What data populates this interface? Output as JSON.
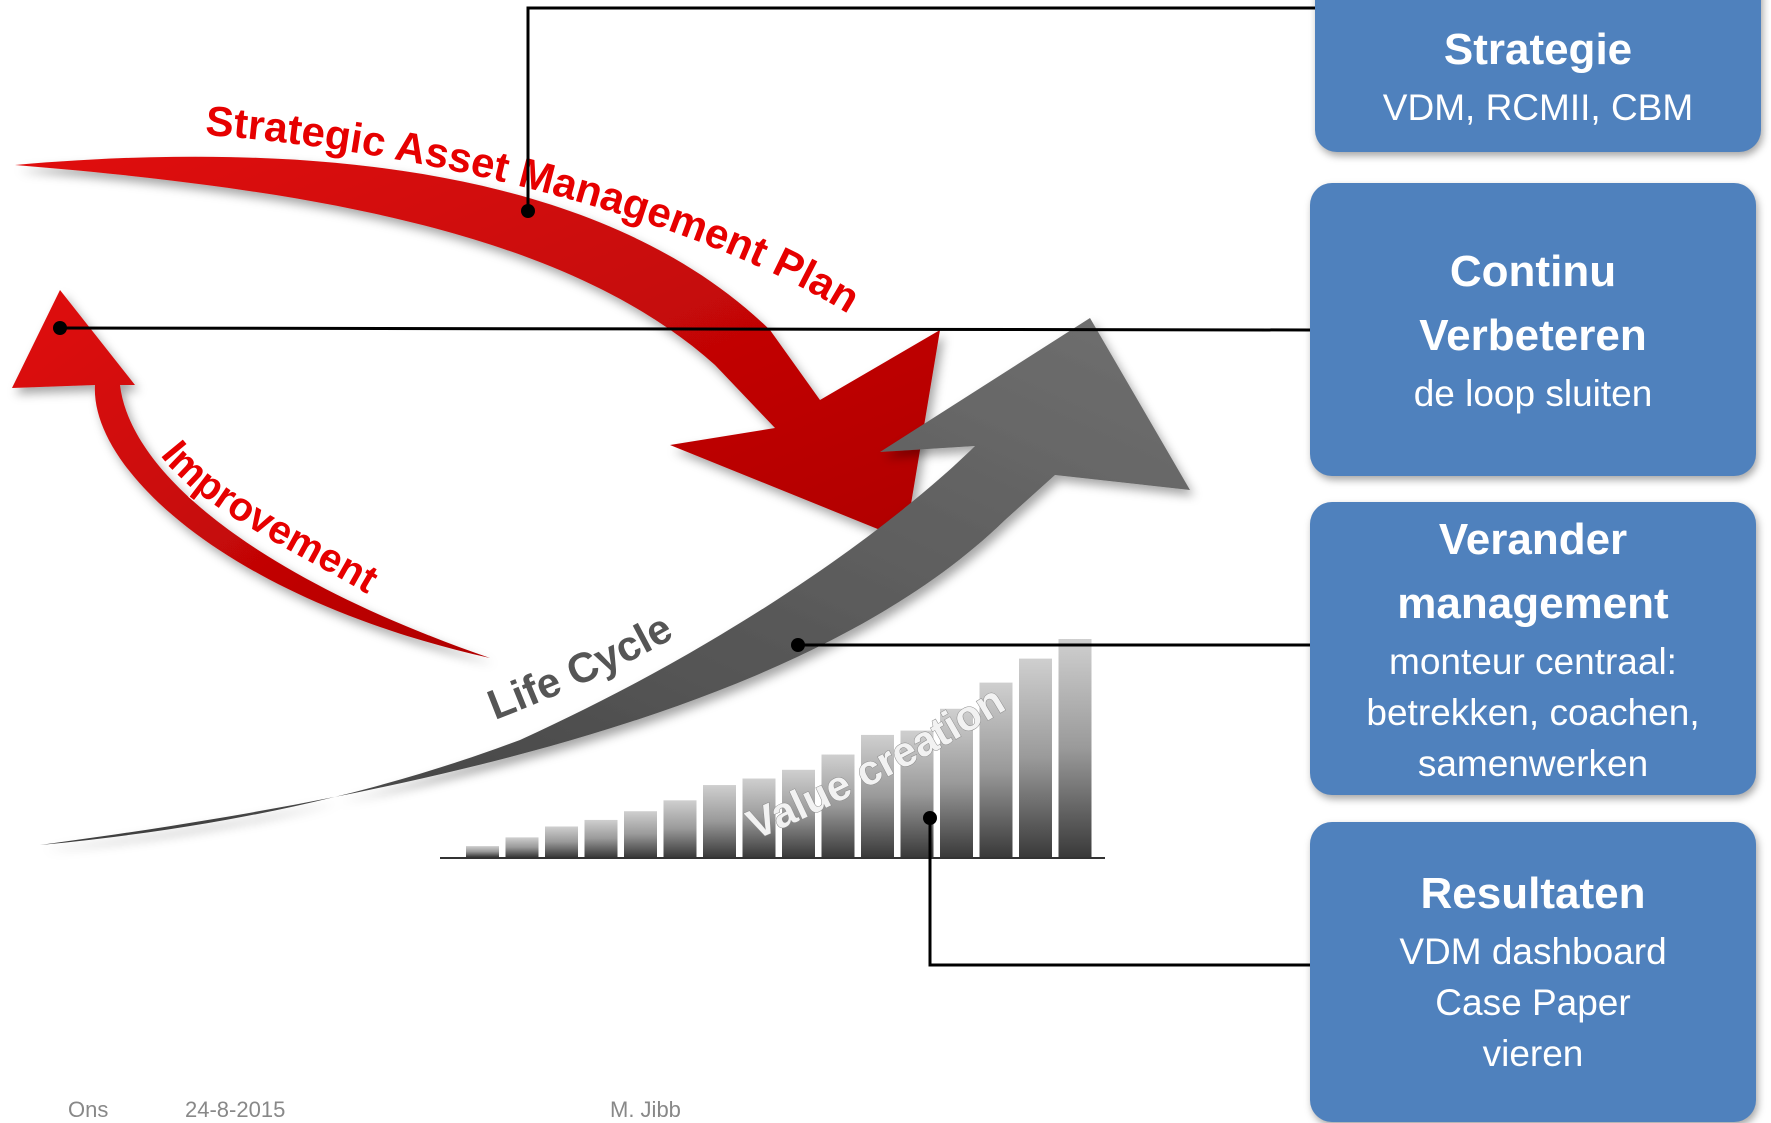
{
  "labels": {
    "strategic": "Strategic Asset Management Plan",
    "improvement": "Improvement",
    "life_cycle": "Life Cycle",
    "value_creation": "Value creation"
  },
  "boxes": {
    "strategie": {
      "title": "Strategie",
      "lines": [
        "VDM, RCMII, CBM"
      ]
    },
    "continu": {
      "title_lines": [
        "Continu",
        "Verbeteren"
      ],
      "lines": [
        "de loop sluiten"
      ]
    },
    "verander": {
      "title_lines": [
        "Verander",
        "management"
      ],
      "lines": [
        "monteur centraal:",
        "betrekken, coachen,",
        "samenwerken"
      ]
    },
    "resultaten": {
      "title": "Resultaten",
      "lines": [
        "VDM dashboard",
        "Case Paper",
        "vieren"
      ]
    }
  },
  "footer": {
    "left": "Ons",
    "date": "24-8-2015",
    "author": "M. Jibb"
  },
  "colors": {
    "red": "#c00000",
    "grey": "#5e5e5e",
    "box": "#4f81bd"
  },
  "value_bars": [
    0.05,
    0.09,
    0.14,
    0.17,
    0.21,
    0.26,
    0.33,
    0.36,
    0.4,
    0.47,
    0.56,
    0.58,
    0.68,
    0.8,
    0.91,
    1.0
  ]
}
